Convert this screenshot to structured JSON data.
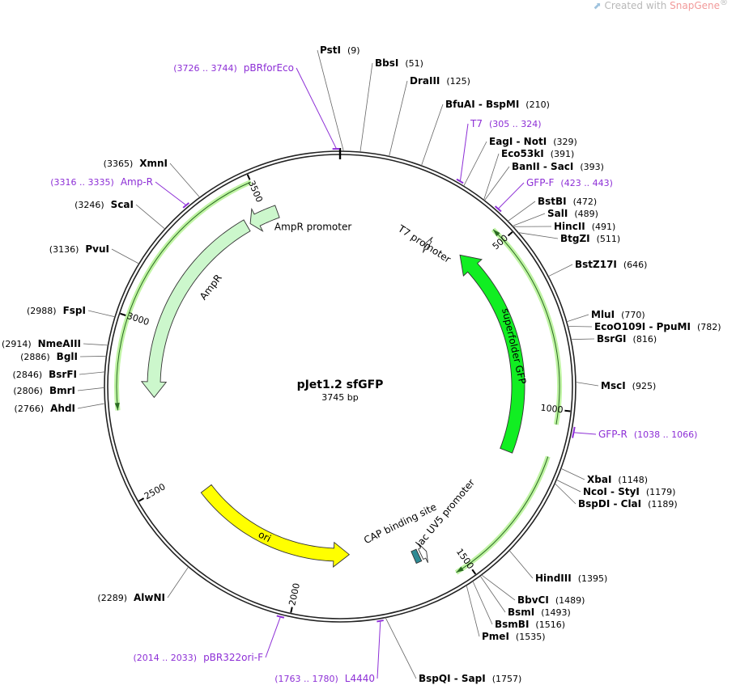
{
  "watermark": {
    "prefix": "Created with ",
    "brand": "SnapGene",
    "mark": "®",
    "logo_icon": "snapgene-logo-icon"
  },
  "plasmid": {
    "name": "pJet1.2 sfGFP",
    "size": "3745 bp",
    "length": 3745
  },
  "colors": {
    "backbone": "#222222",
    "primer": "#8d2fd6",
    "enzyme": "#000000",
    "ori": "#ffff00",
    "ampr": "#ccf7cc",
    "gfp": "#11ee22",
    "promoter": "#ffffff",
    "cap_site": "#2e8a94",
    "orf": "#b9f39a"
  },
  "ticks": [
    {
      "pos": 500,
      "label": "500"
    },
    {
      "pos": 1000,
      "label": "1000"
    },
    {
      "pos": 1500,
      "label": "1500"
    },
    {
      "pos": 2000,
      "label": "2000"
    },
    {
      "pos": 2500,
      "label": "2500"
    },
    {
      "pos": 3000,
      "label": "3000"
    },
    {
      "pos": 3500,
      "label": "3500"
    }
  ],
  "enzymes": [
    {
      "name": "PstI",
      "pos": 9,
      "text": "PstI",
      "num": "(9)"
    },
    {
      "name": "BbsI",
      "pos": 51,
      "text": "BbsI",
      "num": "(51)"
    },
    {
      "name": "DraIII",
      "pos": 125,
      "text": "DraIII",
      "num": "(125)"
    },
    {
      "name": "BfuAI - BspMI",
      "pos": 210,
      "text": "BfuAI - BspMI",
      "num": "(210)"
    },
    {
      "name": "EagI - NotI",
      "pos": 329,
      "text": "EagI - NotI",
      "num": "(329)"
    },
    {
      "name": "Eco53kI",
      "pos": 391,
      "text": "Eco53kI",
      "num": "(391)"
    },
    {
      "name": "BanII - SacI",
      "pos": 393,
      "text": "BanII - SacI",
      "num": "(393)"
    },
    {
      "name": "BstBI",
      "pos": 472,
      "text": "BstBI",
      "num": "(472)"
    },
    {
      "name": "SalI",
      "pos": 489,
      "text": "SalI",
      "num": "(489)"
    },
    {
      "name": "HincII",
      "pos": 491,
      "text": "HincII",
      "num": "(491)"
    },
    {
      "name": "BtgZI",
      "pos": 511,
      "text": "BtgZI",
      "num": "(511)"
    },
    {
      "name": "BstZ17I",
      "pos": 646,
      "text": "BstZ17I",
      "num": "(646)"
    },
    {
      "name": "MluI",
      "pos": 770,
      "text": "MluI",
      "num": "(770)"
    },
    {
      "name": "EcoO109I - PpuMI",
      "pos": 782,
      "text": "EcoO109I - PpuMI",
      "num": "(782)"
    },
    {
      "name": "BsrGI",
      "pos": 816,
      "text": "BsrGI",
      "num": "(816)"
    },
    {
      "name": "MscI",
      "pos": 925,
      "text": "MscI",
      "num": "(925)"
    },
    {
      "name": "XbaI",
      "pos": 1148,
      "text": "XbaI",
      "num": "(1148)"
    },
    {
      "name": "NcoI - StyI",
      "pos": 1179,
      "text": "NcoI - StyI",
      "num": "(1179)"
    },
    {
      "name": "BspDI - ClaI",
      "pos": 1189,
      "text": "BspDI - ClaI",
      "num": "(1189)"
    },
    {
      "name": "HindIII",
      "pos": 1395,
      "text": "HindIII",
      "num": "(1395)"
    },
    {
      "name": "BbvCI",
      "pos": 1489,
      "text": "BbvCI",
      "num": "(1489)"
    },
    {
      "name": "BsmI",
      "pos": 1493,
      "text": "BsmI",
      "num": "(1493)"
    },
    {
      "name": "BsmBI",
      "pos": 1516,
      "text": "BsmBI",
      "num": "(1516)"
    },
    {
      "name": "PmeI",
      "pos": 1535,
      "text": "PmeI",
      "num": "(1535)"
    },
    {
      "name": "BspQI - SapI",
      "pos": 1757,
      "text": "BspQI - SapI",
      "num": "(1757)"
    },
    {
      "name": "AlwNI",
      "pos": 2289,
      "text": "AlwNI",
      "num": "(2289)"
    },
    {
      "name": "AhdI",
      "pos": 2766,
      "text": "AhdI",
      "num": "(2766)"
    },
    {
      "name": "BmrI",
      "pos": 2806,
      "text": "BmrI",
      "num": "(2806)"
    },
    {
      "name": "BsrFI",
      "pos": 2846,
      "text": "BsrFI",
      "num": "(2846)"
    },
    {
      "name": "BglI",
      "pos": 2886,
      "text": "BglI",
      "num": "(2886)"
    },
    {
      "name": "NmeAIII",
      "pos": 2914,
      "text": "NmeAIII",
      "num": "(2914)"
    },
    {
      "name": "FspI",
      "pos": 2988,
      "text": "FspI",
      "num": "(2988)"
    },
    {
      "name": "PvuI",
      "pos": 3136,
      "text": "PvuI",
      "num": "(3136)"
    },
    {
      "name": "ScaI",
      "pos": 3246,
      "text": "ScaI",
      "num": "(3246)"
    },
    {
      "name": "XmnI",
      "pos": 3365,
      "text": "XmnI",
      "num": "(3365)"
    }
  ],
  "primers": [
    {
      "name": "pBRforEco",
      "start": 3726,
      "end": 3744,
      "text": "pBRforEco",
      "num": "(3726 .. 3744)"
    },
    {
      "name": "T7",
      "start": 305,
      "end": 324,
      "text": "T7",
      "num": "(305 .. 324)"
    },
    {
      "name": "GFP-F",
      "start": 423,
      "end": 443,
      "text": "GFP-F",
      "num": "(423 .. 443)"
    },
    {
      "name": "GFP-R",
      "start": 1038,
      "end": 1066,
      "text": "GFP-R",
      "num": "(1038 .. 1066)"
    },
    {
      "name": "L4440",
      "start": 1763,
      "end": 1780,
      "text": "L4440",
      "num": "(1763 .. 1780)"
    },
    {
      "name": "pBR322ori-F",
      "start": 2014,
      "end": 2033,
      "text": "pBR322ori-F",
      "num": "(2014 .. 2033)"
    },
    {
      "name": "Amp-R",
      "start": 3316,
      "end": 3335,
      "text": "Amp-R",
      "num": "(3316 .. 3335)"
    }
  ],
  "features": [
    {
      "name": "superfolder GFP",
      "label": "superfolder GFP",
      "type": "cds",
      "start": 440,
      "end": 1156,
      "dir": -1,
      "color": "#11ee22"
    },
    {
      "name": "AmpR",
      "label": "AmpR",
      "type": "cds",
      "start": 2774,
      "end": 3433,
      "dir": -1,
      "color": "#ccf7cc"
    },
    {
      "name": "ori",
      "label": "ori",
      "type": "rep",
      "start": 1840,
      "end": 2420,
      "dir": -1,
      "color": "#ffff00"
    },
    {
      "name": "AmpR promoter",
      "label": "AmpR promoter",
      "type": "promoter",
      "start": 3440,
      "end": 3545,
      "dir": -1
    },
    {
      "name": "T7 promoter",
      "label": "T7 promoter",
      "type": "promoter",
      "start": 300,
      "end": 319,
      "dir": -1
    },
    {
      "name": "lac UV5 promoter",
      "label": "lac UV5 promoter",
      "type": "promoter",
      "start": 1578,
      "end": 1608,
      "dir": -1
    },
    {
      "name": "CAP binding site",
      "label": "CAP binding site",
      "type": "site",
      "start": 1612,
      "end": 1634,
      "dir": 0
    }
  ],
  "orfs": [
    {
      "start": 460,
      "end": 1040,
      "dir": -1
    },
    {
      "start": 1130,
      "end": 1540,
      "dir": 1
    },
    {
      "start": 2745,
      "end": 3500,
      "dir": -1
    }
  ]
}
